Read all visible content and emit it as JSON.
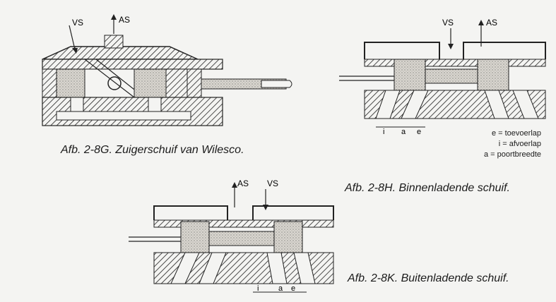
{
  "figures": {
    "fig_g": {
      "caption": "Afb. 2-8G. Zuigerschuif van Wilesco.",
      "labels": {
        "vs": "VS",
        "as": "AS"
      }
    },
    "fig_h": {
      "caption": "Afb. 2-8H. Binnenladende schuif.",
      "labels": {
        "vs": "VS",
        "as": "AS",
        "i": "i",
        "a": "a",
        "e": "e"
      }
    },
    "fig_k": {
      "caption": "Afb. 2-8K. Buitenladende schuif.",
      "labels": {
        "vs": "VS",
        "as": "AS",
        "i": "i",
        "a": "a",
        "e": "e"
      }
    }
  },
  "legend": [
    "e = toevoerlap",
    "i = afvoerlap",
    "a = poortbreedte"
  ]
}
